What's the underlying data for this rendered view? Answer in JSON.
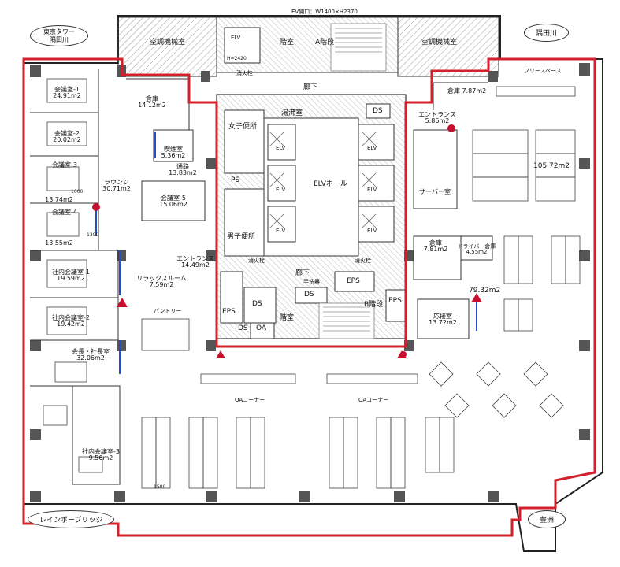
{
  "top_note": "EV開口：W1400×H2370",
  "views": [
    {
      "id": "tokyo-tower",
      "text": "東京タワー\n隅田川"
    },
    {
      "id": "sumida-top",
      "text": "隅田川"
    },
    {
      "id": "rainbow-bridge",
      "text": "レインボーブリッジ"
    },
    {
      "id": "toyosu",
      "text": "豊洲"
    }
  ],
  "rooms": [
    {
      "id": "meeting-1",
      "name": "会議室-1",
      "area": "24.91m2"
    },
    {
      "id": "meeting-2",
      "name": "会議室-2",
      "area": "20.02m2"
    },
    {
      "id": "meeting-3",
      "name": "会議室-3",
      "area": "13.74m2"
    },
    {
      "id": "meeting-4",
      "name": "会議室-4",
      "area": "13.55m2"
    },
    {
      "id": "meeting-5",
      "name": "会議室-5",
      "area": "15.06m2"
    },
    {
      "id": "lounge",
      "name": "ラウンジ",
      "area": "30.71m2"
    },
    {
      "id": "storage-a",
      "name": "倉庫",
      "area": "14.12m2"
    },
    {
      "id": "smoking",
      "name": "喫煙室",
      "area": "5.36m2"
    },
    {
      "id": "passage",
      "name": "通路",
      "area": "13.83m2"
    },
    {
      "id": "entrance-left",
      "name": "エントランス",
      "area": "14.49m2"
    },
    {
      "id": "relax",
      "name": "リラックスルーム",
      "area": "7.59m2"
    },
    {
      "id": "internal-1",
      "name": "社内会議室-1",
      "area": "19.59m2"
    },
    {
      "id": "internal-2",
      "name": "社内会議室-2",
      "area": "19.42m2"
    },
    {
      "id": "ceo",
      "name": "会長・社長室",
      "area": "32.06m2"
    },
    {
      "id": "internal-3",
      "name": "社内会議室-3",
      "area": "9.56m2"
    },
    {
      "id": "storage-b",
      "name": "倉庫",
      "area": "7.87m2"
    },
    {
      "id": "entrance-right",
      "name": "エントランス",
      "area": "5.86m2"
    },
    {
      "id": "server",
      "name": "サーバー室",
      "area": ""
    },
    {
      "id": "storage-c",
      "name": "倉庫",
      "area": "7.81m2"
    },
    {
      "id": "dry-storage",
      "name": "ドライバー倉庫",
      "area": "4.55m2"
    },
    {
      "id": "reception",
      "name": "応接室",
      "area": "13.72m2"
    },
    {
      "id": "office-right",
      "name": "",
      "area": "105.72m2"
    },
    {
      "id": "office-small",
      "name": "",
      "area": "79.32m2"
    }
  ],
  "core": {
    "elv_hall": "ELVホール",
    "elv": "ELV",
    "women_wc": "女子便所",
    "men_wc": "男子便所",
    "cleaning": "湯沸室",
    "corridor": "廊下",
    "corridor2": "廊下",
    "ds": "DS",
    "ps": "PS",
    "eps": "EPS",
    "oa": "OA",
    "stairs_a": "A階段",
    "stairs_b": "B階段",
    "stair_room": "階室",
    "stair_room2": "階室",
    "machine_left": "空調機械室",
    "machine_right": "空調機械室",
    "fire_hydrant": "消火栓",
    "hand_wash": "手洗器",
    "pantry": "パントリー",
    "free_space": "フリースペース",
    "oa_corner_1": "OAコーナー",
    "oa_corner_2": "OAコーナー"
  },
  "dims": {
    "ev_size": "H=2420",
    "mark_1": "1000",
    "mark_2": "1300",
    "mark_3": "1500"
  }
}
